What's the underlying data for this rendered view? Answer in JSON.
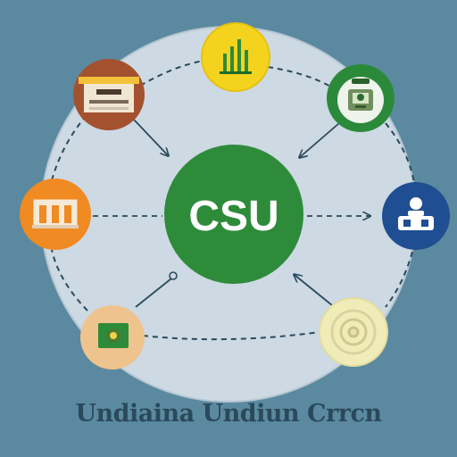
{
  "hub": {
    "label": "CSU",
    "fill": "#2e8b3a",
    "text_color": "#ffffff"
  },
  "ring_color": "#cdd9e3",
  "background": "#5b8aa0",
  "caption": "Undiaina Undiun Crrcn",
  "nodes": [
    {
      "name": "node-top",
      "icon": "bar-chart-icon",
      "fill": "#f4d31e"
    },
    {
      "name": "node-top-right",
      "icon": "device-icon",
      "fill": "#2a8a3a"
    },
    {
      "name": "node-right",
      "icon": "user-panel-icon",
      "fill": "#1f4e92"
    },
    {
      "name": "node-bottom-right",
      "icon": "target-icon",
      "fill": "#f0ecb8"
    },
    {
      "name": "node-bottom-left",
      "icon": "card-icon",
      "fill": "#efc38e"
    },
    {
      "name": "node-left",
      "icon": "building-icon",
      "fill": "#f08a22"
    },
    {
      "name": "node-top-left",
      "icon": "document-icon",
      "fill": "#a4512f"
    }
  ]
}
